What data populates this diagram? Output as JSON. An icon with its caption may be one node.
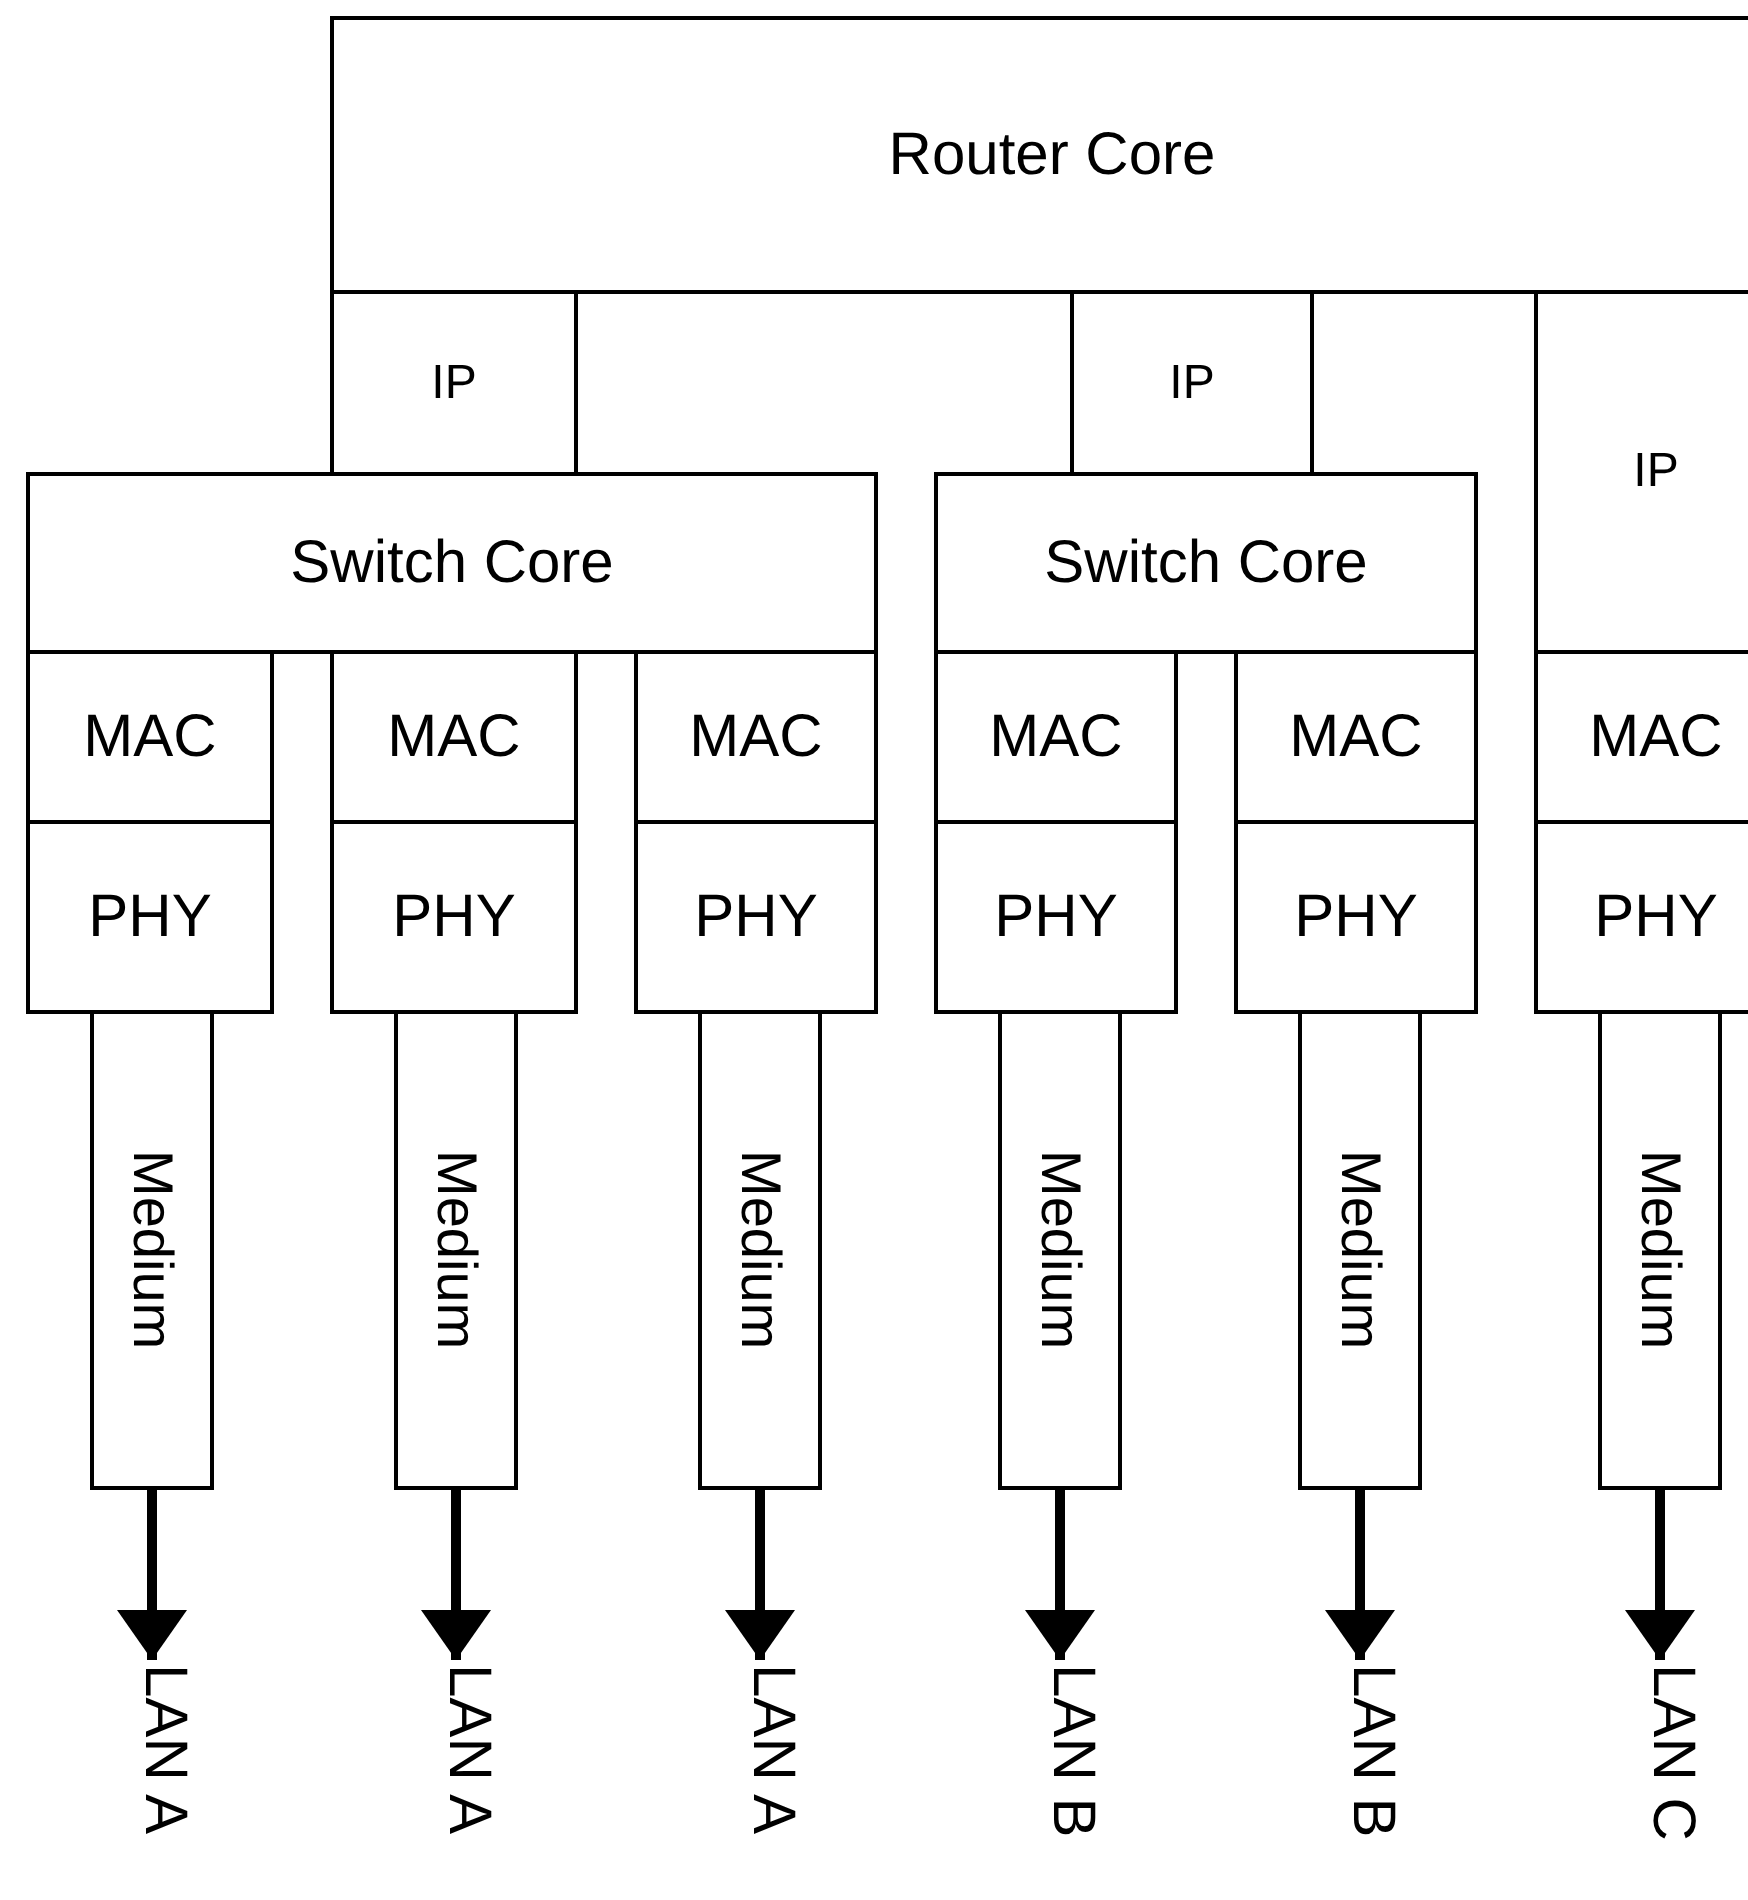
{
  "diagram": {
    "nodes": [
      {
        "text": [
          "Router Core"
        ]
      },
      {
        "text": [
          "IP"
        ]
      },
      {
        "text": [
          "IP"
        ]
      },
      {
        "text": [
          "IP"
        ]
      },
      {
        "text": [
          "Switch Core"
        ]
      },
      {
        "text": [
          "Switch Core"
        ]
      },
      {
        "text": [
          "MAC"
        ]
      },
      {
        "text": [
          "MAC"
        ]
      },
      {
        "text": [
          "MAC"
        ]
      },
      {
        "text": [
          "MAC"
        ]
      },
      {
        "text": [
          "MAC"
        ]
      },
      {
        "text": [
          "MAC"
        ]
      },
      {
        "text": [
          "PHY"
        ]
      },
      {
        "text": [
          "PHY"
        ]
      },
      {
        "text": [
          "PHY"
        ]
      },
      {
        "text": [
          "PHY"
        ]
      },
      {
        "text": [
          "PHY"
        ]
      },
      {
        "text": [
          "PHY"
        ]
      },
      {
        "text": [
          "Medium"
        ]
      },
      {
        "text": [
          "Medium"
        ]
      },
      {
        "text": [
          "Medium"
        ]
      },
      {
        "text": [
          "Medium"
        ]
      },
      {
        "text": [
          "Medium"
        ]
      },
      {
        "text": [
          "Medium"
        ]
      },
      {
        "text": [
          "LAN A"
        ]
      },
      {
        "text": [
          "LAN A"
        ]
      },
      {
        "text": [
          "LAN A"
        ]
      },
      {
        "text": [
          "LAN B"
        ]
      },
      {
        "text": [
          "LAN B"
        ]
      },
      {
        "text": [
          "LAN C"
        ]
      }
    ],
    "edges": [
      {
        "from": 18,
        "to": 24,
        "arrow": "to"
      },
      {
        "from": 19,
        "to": 25,
        "arrow": "to"
      },
      {
        "from": 20,
        "to": 26,
        "arrow": "to"
      },
      {
        "from": 21,
        "to": 27,
        "arrow": "to"
      },
      {
        "from": 22,
        "to": 28,
        "arrow": "to"
      },
      {
        "from": 23,
        "to": 29,
        "arrow": "to"
      }
    ]
  }
}
